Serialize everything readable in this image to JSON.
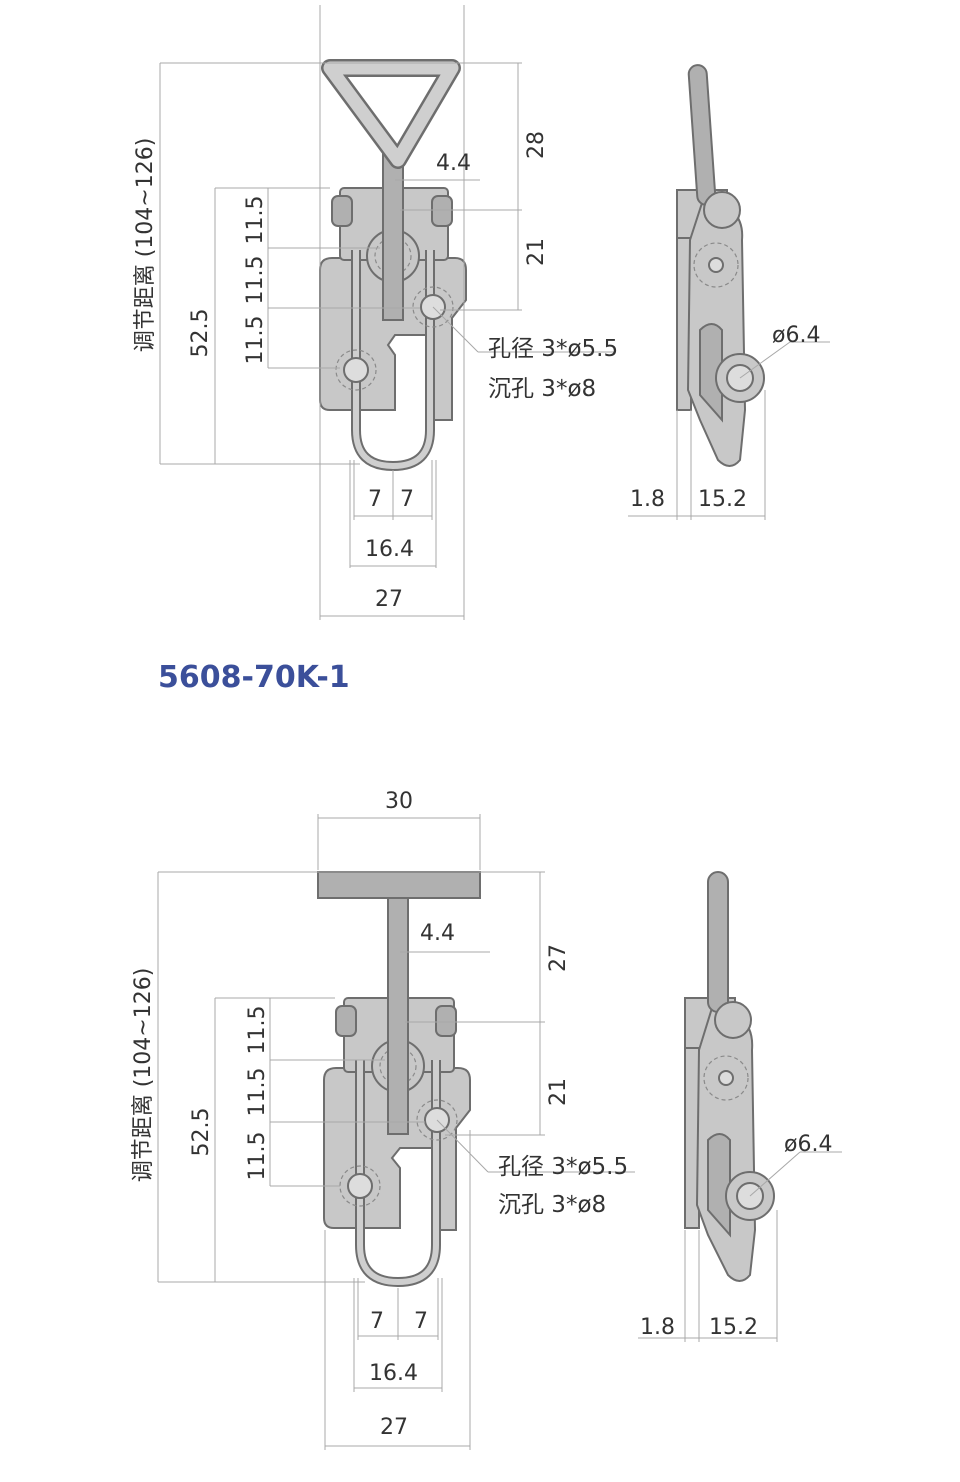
{
  "model_label": "5608-70K-1",
  "colors": {
    "model": "#3b4f9a",
    "part_fill": "#c8c8c8",
    "part_stroke": "#6e6e6e",
    "dim_line": "#a8a8a8"
  },
  "drawing1": {
    "adjust_label": "调节距离 (104~126)",
    "d_52_5": "52.5",
    "d_11_5_a": "11.5",
    "d_11_5_b": "11.5",
    "d_11_5_c": "11.5",
    "d_4_4": "4.4",
    "d_28": "28",
    "d_21": "21",
    "hole_label": "孔径 3*ø5.5",
    "counter_label": "沉孔 3*ø8",
    "d_7_a": "7",
    "d_7_b": "7",
    "d_16_4": "16.4",
    "d_27": "27",
    "d_6_4": "ø6.4",
    "d_1_8": "1.8",
    "d_15_2": "15.2"
  },
  "drawing2": {
    "adjust_label": "调节距离 (104~126)",
    "d_52_5": "52.5",
    "d_11_5_a": "11.5",
    "d_11_5_b": "11.5",
    "d_11_5_c": "11.5",
    "d_30": "30",
    "d_4_4": "4.4",
    "d_27_v": "27",
    "d_21": "21",
    "hole_label": "孔径 3*ø5.5",
    "counter_label": "沉孔 3*ø8",
    "d_7_a": "7",
    "d_7_b": "7",
    "d_16_4": "16.4",
    "d_27": "27",
    "d_6_4": "ø6.4",
    "d_1_8": "1.8",
    "d_15_2": "15.2"
  }
}
